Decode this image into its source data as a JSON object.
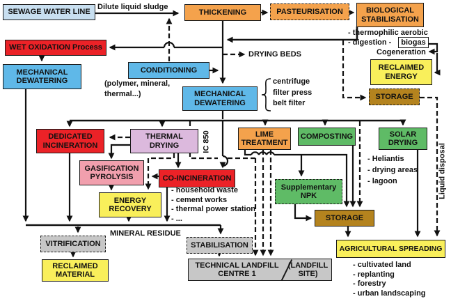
{
  "title": "Sewage sludge treatment process flow diagram",
  "palette": {
    "line_blue": "#5FB8E8",
    "pale_blue": "#C8DFF0",
    "orange": "#F4A24C",
    "red": "#EB2227",
    "yellow": "#F9EF5B",
    "green": "#5FBB66",
    "brown": "#B4831E",
    "lavender": "#DCB9DD",
    "pink": "#F19FAD",
    "gray": "#C7C7C7",
    "line_color": "#111111"
  },
  "nodes": {
    "sewage": {
      "label": "SEWAGE WATER LINE"
    },
    "thickening": {
      "label": "THICKENING"
    },
    "pasteurisation": {
      "label": "PASTEURISATION"
    },
    "biological": {
      "label": "BIOLOGICAL STABILISATION"
    },
    "wet_oxidation": {
      "label": "WET OXIDATION Process"
    },
    "mech_dew_left": {
      "label": "MECHANICAL DEWATERING"
    },
    "conditioning": {
      "label": "CONDITIONING"
    },
    "mech_dew_center": {
      "label": "MECHANICAL DEWATERING"
    },
    "reclaimed_energy": {
      "label": "RECLAIMED ENERGY"
    },
    "storage_top": {
      "label": "STORAGE"
    },
    "dedicated": {
      "label": "DEDICATED INCINERATION"
    },
    "thermal": {
      "label": "THERMAL DRYING"
    },
    "lime": {
      "label": "LIME TREATMENT"
    },
    "composting": {
      "label": "COMPOSTING"
    },
    "solar": {
      "label": "SOLAR DRYING"
    },
    "gasification": {
      "label": "GASIFICATION PYROLYSIS"
    },
    "co_incineration": {
      "label": "CO-INCINERATION"
    },
    "energy_recovery": {
      "label": "ENERGY RECOVERY"
    },
    "npk": {
      "label": "Supplementary NPK"
    },
    "storage_bottom": {
      "label": "STORAGE"
    },
    "vitrification": {
      "label": "VITRIFICATION"
    },
    "reclaimed_material": {
      "label": "RECLAIMED MATERIAL"
    },
    "stabilisation": {
      "label": "STABILISATION"
    },
    "landfill": {
      "label_left": "TECHNICAL LANDFILL\nCENTRE 1",
      "label_right": "(LANDFILL\nSITE)"
    },
    "agricultural": {
      "label": "AGRICULTURAL SPREADING"
    }
  },
  "notes": {
    "dilute": "Dilute liquid sludge",
    "drying_beds": "DRYING BEDS",
    "conditioning_note": "(polymer, mineral,\nthermal...)",
    "dewatering_methods": [
      "centrifuge",
      "filter press",
      "belt filter"
    ],
    "biostab_line1": "- thermophilic aerobic",
    "biostab_line2": "- digestion -",
    "biogas": "biogas",
    "cogeneration": "Cogeneration",
    "solar_list": "- Heliantis\n- drying areas\n- lagoon",
    "coincin_list": "- household waste\n- cement works\n- thermal power station\n- ...",
    "mineral_residue": "MINERAL RESIDUE",
    "agri_list": "- cultivated land\n- replanting\n- forestry\n- urban landscaping",
    "ic850": "IC 850",
    "liquid_disposal": "Liquid disposal"
  }
}
